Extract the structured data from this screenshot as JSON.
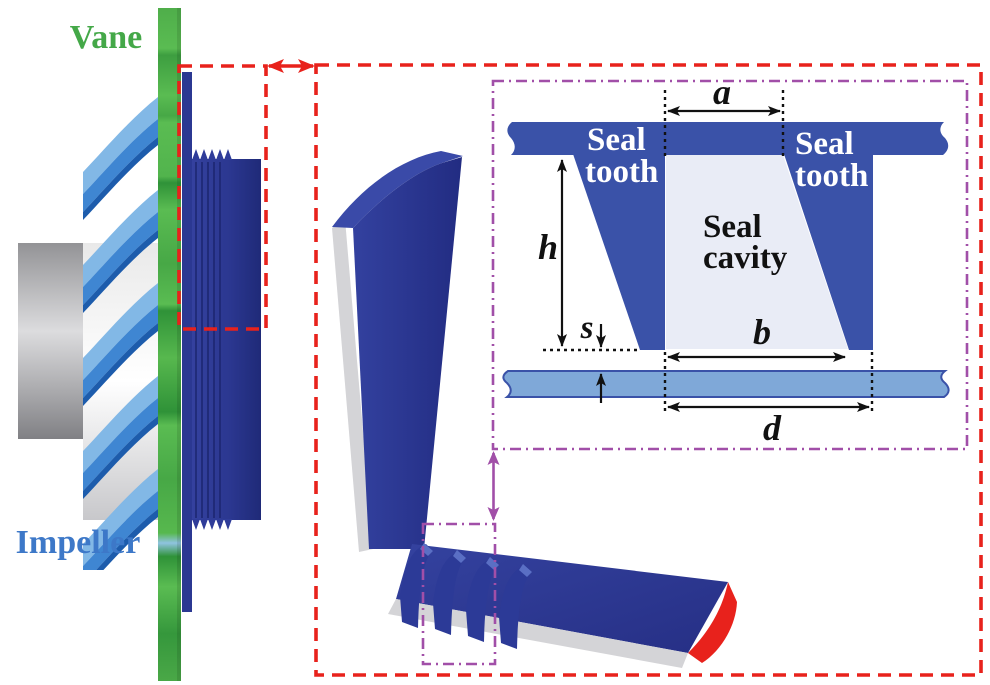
{
  "figure": {
    "labels": {
      "vane": "Vane",
      "impeller": "Impeller"
    },
    "inset": {
      "seal_tooth_line1": "Seal",
      "seal_tooth_line2": "tooth",
      "seal_cavity_line1": "Seal",
      "seal_cavity_line2": "cavity"
    },
    "dimensions": {
      "a": "a",
      "h": "h",
      "s": "s",
      "b": "b",
      "d": "d"
    },
    "colors": {
      "highlight_red": "#e8221c",
      "annotation_purple": "#a14fa8",
      "seal_blue": "#3a52a8",
      "model_blue": "#2e3d9c",
      "rotor_light_blue": "#7fa8d8",
      "cavity_fill": "#e9ecf6",
      "vane_green": "#44a848",
      "impeller_text_blue": "#3d78c8",
      "dimension_black": "#111111"
    }
  }
}
